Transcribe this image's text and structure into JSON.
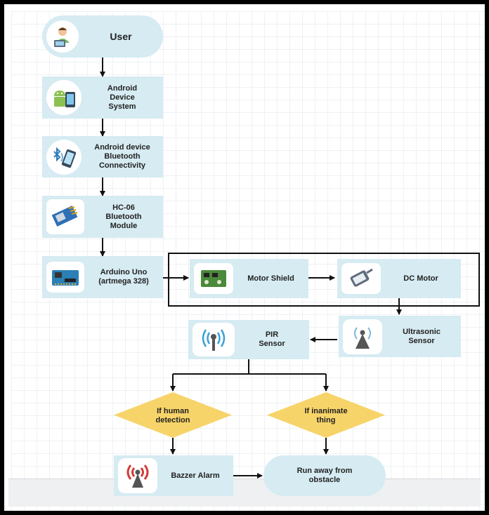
{
  "nodes": {
    "user": "User",
    "android_system": "Android\nDevice\nSystem",
    "bluetooth_connectivity": "Android device\nBluetooth\nConnectivity",
    "hc06": "HC-06\nBluetooth\nModule",
    "arduino": "Arduino Uno\n(artmega 328)",
    "motor_shield": "Motor Shield",
    "dc_motor": "DC Motor",
    "pir": "PIR\nSensor",
    "ultrasonic": "Ultrasonic\nSensor",
    "decision_human": "If human\ndetection",
    "decision_inanimate": "If inanimate\nthing",
    "buzzer": "Bazzer Alarm",
    "run_away": "Run away from\nobstacle"
  },
  "icons": {
    "user": "person-at-laptop-icon",
    "android_system": "android-phone-icon",
    "bluetooth_connectivity": "bluetooth-phone-icon",
    "hc06": "bluetooth-module-board-icon",
    "arduino": "arduino-board-icon",
    "motor_shield": "motor-shield-board-icon",
    "dc_motor": "dc-motor-icon",
    "pir": "pir-sensor-icon",
    "ultrasonic": "ultrasonic-sensor-icon",
    "buzzer": "alarm-buzzer-icon"
  },
  "colors": {
    "node_fill": "#d6ebf2",
    "decision_fill": "#f7d46a",
    "arrow": "#111111"
  }
}
